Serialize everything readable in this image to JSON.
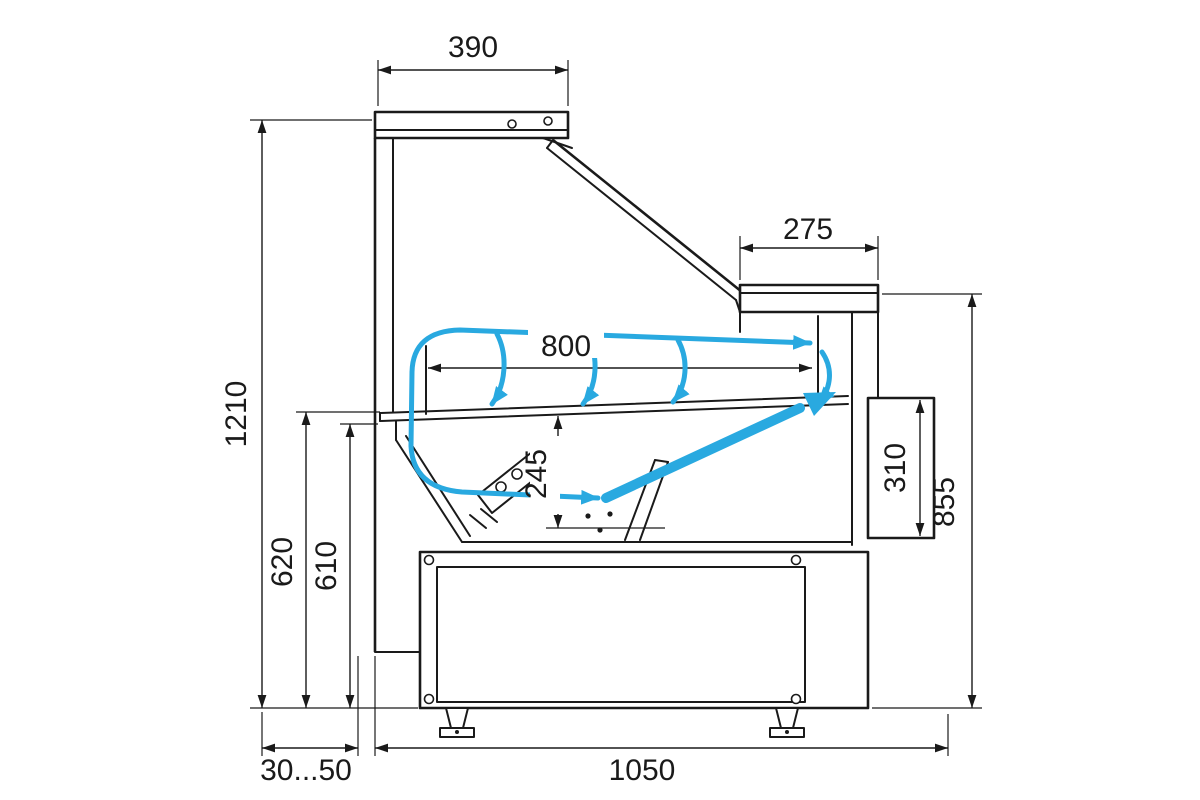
{
  "diagram": {
    "type": "technical-cross-section",
    "subject": "refrigerated serve-over display counter, side section with airflow circulation",
    "colors": {
      "outline": "#1a1a1a",
      "airflow": "#29a9e0",
      "background": "#ffffff"
    },
    "dims": {
      "canopy_width": "390",
      "rear_counter_depth": "275",
      "display_opening_length": "800",
      "overall_height": "1210",
      "well_depth": "245",
      "back_height_outer": "620",
      "back_height_inner": "610",
      "rear_opening_height": "310",
      "worktop_height": "855",
      "wall_clearance": "30...50",
      "base_depth": "1050"
    }
  }
}
